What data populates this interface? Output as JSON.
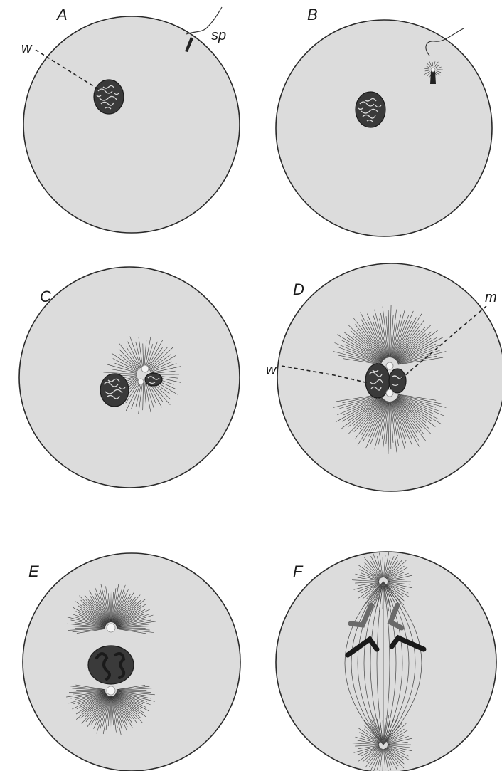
{
  "panels": [
    {
      "letter": "A"
    },
    {
      "letter": "B"
    },
    {
      "letter": "C"
    },
    {
      "letter": "D"
    },
    {
      "letter": "E"
    },
    {
      "letter": "F"
    }
  ],
  "labels": {
    "w_a": "w",
    "sp": "sp",
    "w_d": "w",
    "m": "m"
  }
}
